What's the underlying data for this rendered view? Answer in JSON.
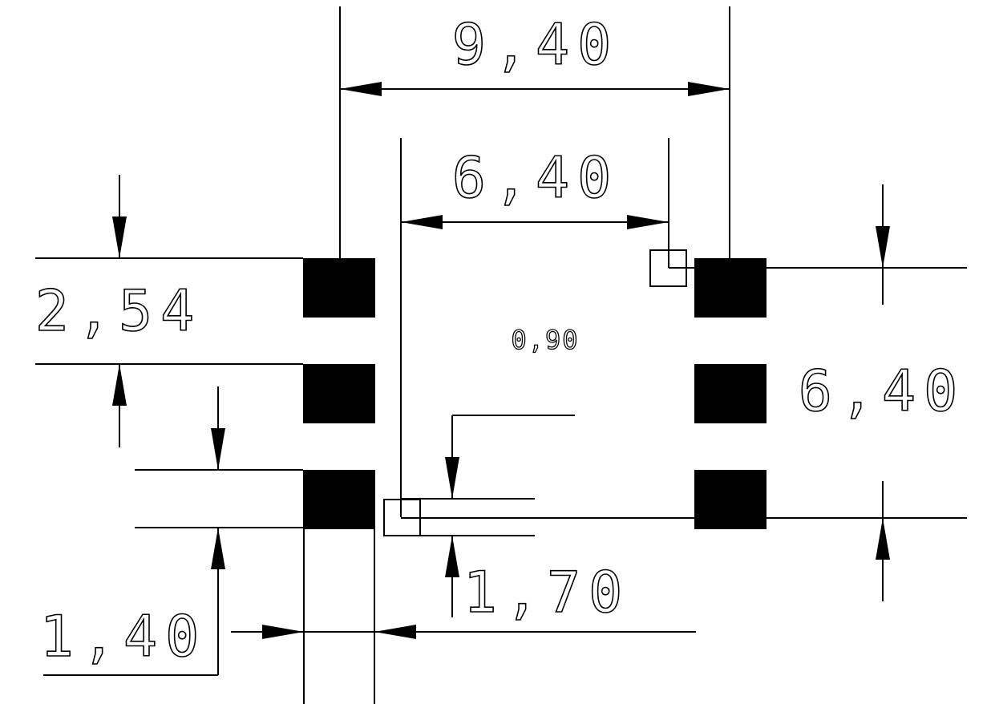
{
  "drawing": {
    "dimensions": {
      "pitch_outer": "9,40",
      "pitch_inner": "6,40",
      "pad_pitch": "2,54",
      "row_span": "6,40",
      "pad_width": "1,40",
      "pad_gap": "1,70",
      "center_note": "0,90"
    },
    "colors": {
      "ink": "#000000",
      "background": "#ffffff"
    }
  }
}
